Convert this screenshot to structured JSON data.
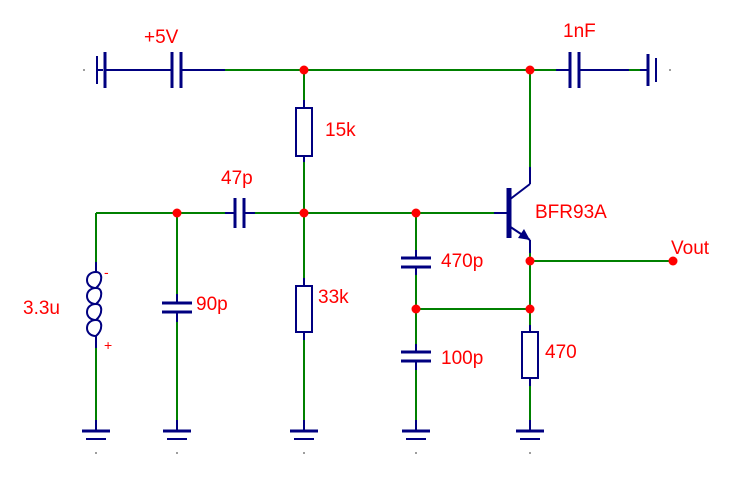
{
  "components": {
    "supply": {
      "label": "+5V"
    },
    "coupling_cap_out": {
      "label": "1nF"
    },
    "bias_resistor_top": {
      "label": "15k"
    },
    "coupling_cap_in": {
      "label": "47p"
    },
    "transistor": {
      "label": "BFR93A"
    },
    "output": {
      "label": "Vout"
    },
    "inductor": {
      "label": "3.3u",
      "pin_top": "-",
      "pin_bottom": "+"
    },
    "tank_cap": {
      "label": "90p"
    },
    "bias_resistor_bottom": {
      "label": "33k"
    },
    "feedback_cap_top": {
      "label": "470p"
    },
    "feedback_cap_bottom": {
      "label": "100p"
    },
    "emitter_resistor": {
      "label": "470"
    }
  },
  "colors": {
    "wire": "#008000",
    "component": "#000080",
    "label": "#ff0000",
    "junction": "#ff0000"
  }
}
